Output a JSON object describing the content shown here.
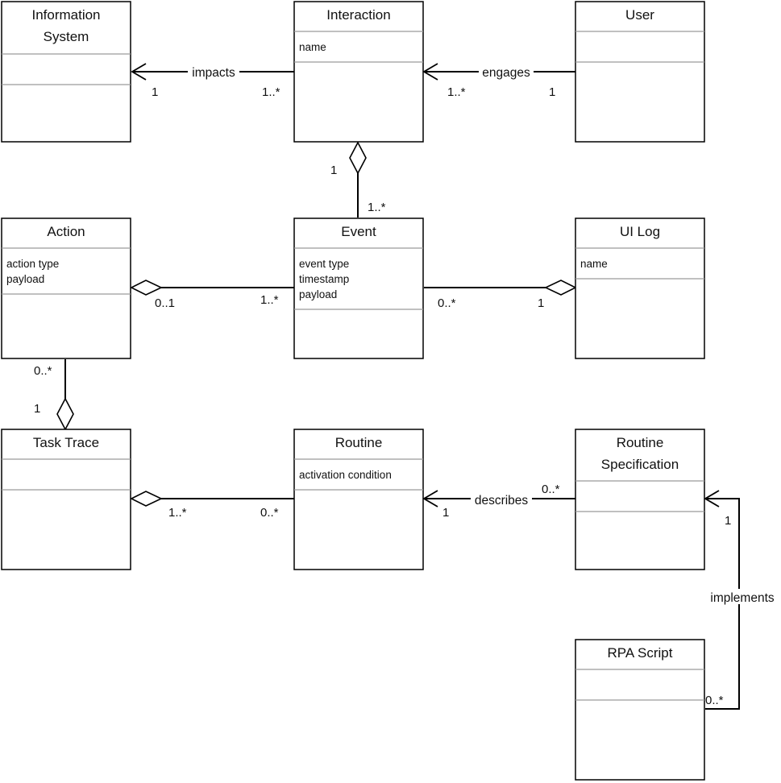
{
  "classes": {
    "information_system": {
      "name_lines": [
        "Information",
        "System"
      ],
      "attributes": []
    },
    "interaction": {
      "name_lines": [
        "Interaction"
      ],
      "attributes": [
        "name"
      ]
    },
    "user": {
      "name_lines": [
        "User"
      ],
      "attributes": []
    },
    "action": {
      "name_lines": [
        "Action"
      ],
      "attributes": [
        "action type",
        "payload"
      ]
    },
    "event": {
      "name_lines": [
        "Event"
      ],
      "attributes": [
        "event type",
        "timestamp",
        "payload"
      ]
    },
    "ui_log": {
      "name_lines": [
        "UI Log"
      ],
      "attributes": [
        "name"
      ]
    },
    "task_trace": {
      "name_lines": [
        "Task Trace"
      ],
      "attributes": []
    },
    "routine": {
      "name_lines": [
        "Routine"
      ],
      "attributes": [
        "activation condition"
      ]
    },
    "routine_specification": {
      "name_lines": [
        "Routine",
        "Specification"
      ],
      "attributes": []
    },
    "rpa_script": {
      "name_lines": [
        "RPA Script"
      ],
      "attributes": []
    }
  },
  "relationships": {
    "impacts": {
      "label": "impacts",
      "source_multiplicity": "1..*",
      "target_multiplicity": "1"
    },
    "engages": {
      "label": "engages",
      "source_multiplicity": "1",
      "target_multiplicity": "1..*"
    },
    "interaction_event": {
      "label": "",
      "whole_multiplicity": "1",
      "part_multiplicity": "1..*"
    },
    "action_event": {
      "label": "",
      "whole_multiplicity": "0..1",
      "part_multiplicity": "1..*"
    },
    "uilog_event": {
      "label": "",
      "whole_multiplicity": "1",
      "part_multiplicity": "0..*"
    },
    "tasktrace_action": {
      "label": "",
      "whole_multiplicity": "1",
      "part_multiplicity": "0..*"
    },
    "tasktrace_routine": {
      "label": "",
      "whole_multiplicity": "1..*",
      "part_multiplicity": "0..*"
    },
    "describes": {
      "label": "describes",
      "source_multiplicity": "0..*",
      "target_multiplicity": "1"
    },
    "implements": {
      "label": "implements",
      "source_multiplicity": "0..*",
      "target_multiplicity": "1"
    }
  }
}
